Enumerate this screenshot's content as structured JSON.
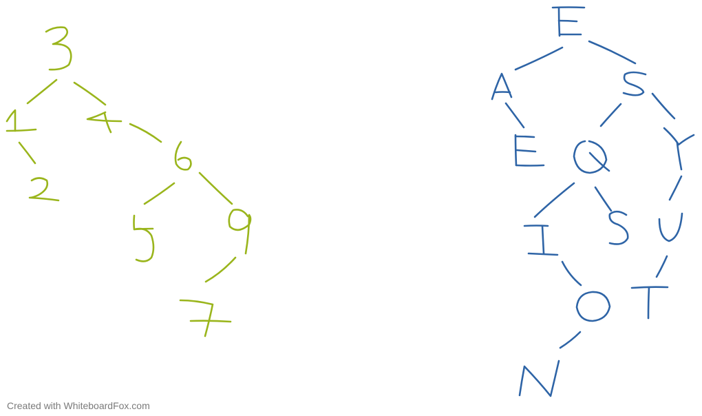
{
  "colors": {
    "left_tree": "#9ab51c",
    "right_tree": "#2e64a6",
    "watermark": "#7a7a7a"
  },
  "left_tree": {
    "nodes": {
      "n3": "3",
      "n1": "1",
      "n4": "4",
      "n2": "2",
      "n6": "6",
      "n5": "5",
      "n9": "9",
      "n7": "7"
    }
  },
  "right_tree": {
    "nodes": {
      "E1": "E",
      "A": "A",
      "S1": "S",
      "E2": "E",
      "Q": "Q",
      "Y": "Y",
      "I": "I",
      "S2": "S",
      "U": "U",
      "O": "O",
      "T": "T",
      "N": "N"
    }
  },
  "watermark": "Created with WhiteboardFox.com"
}
